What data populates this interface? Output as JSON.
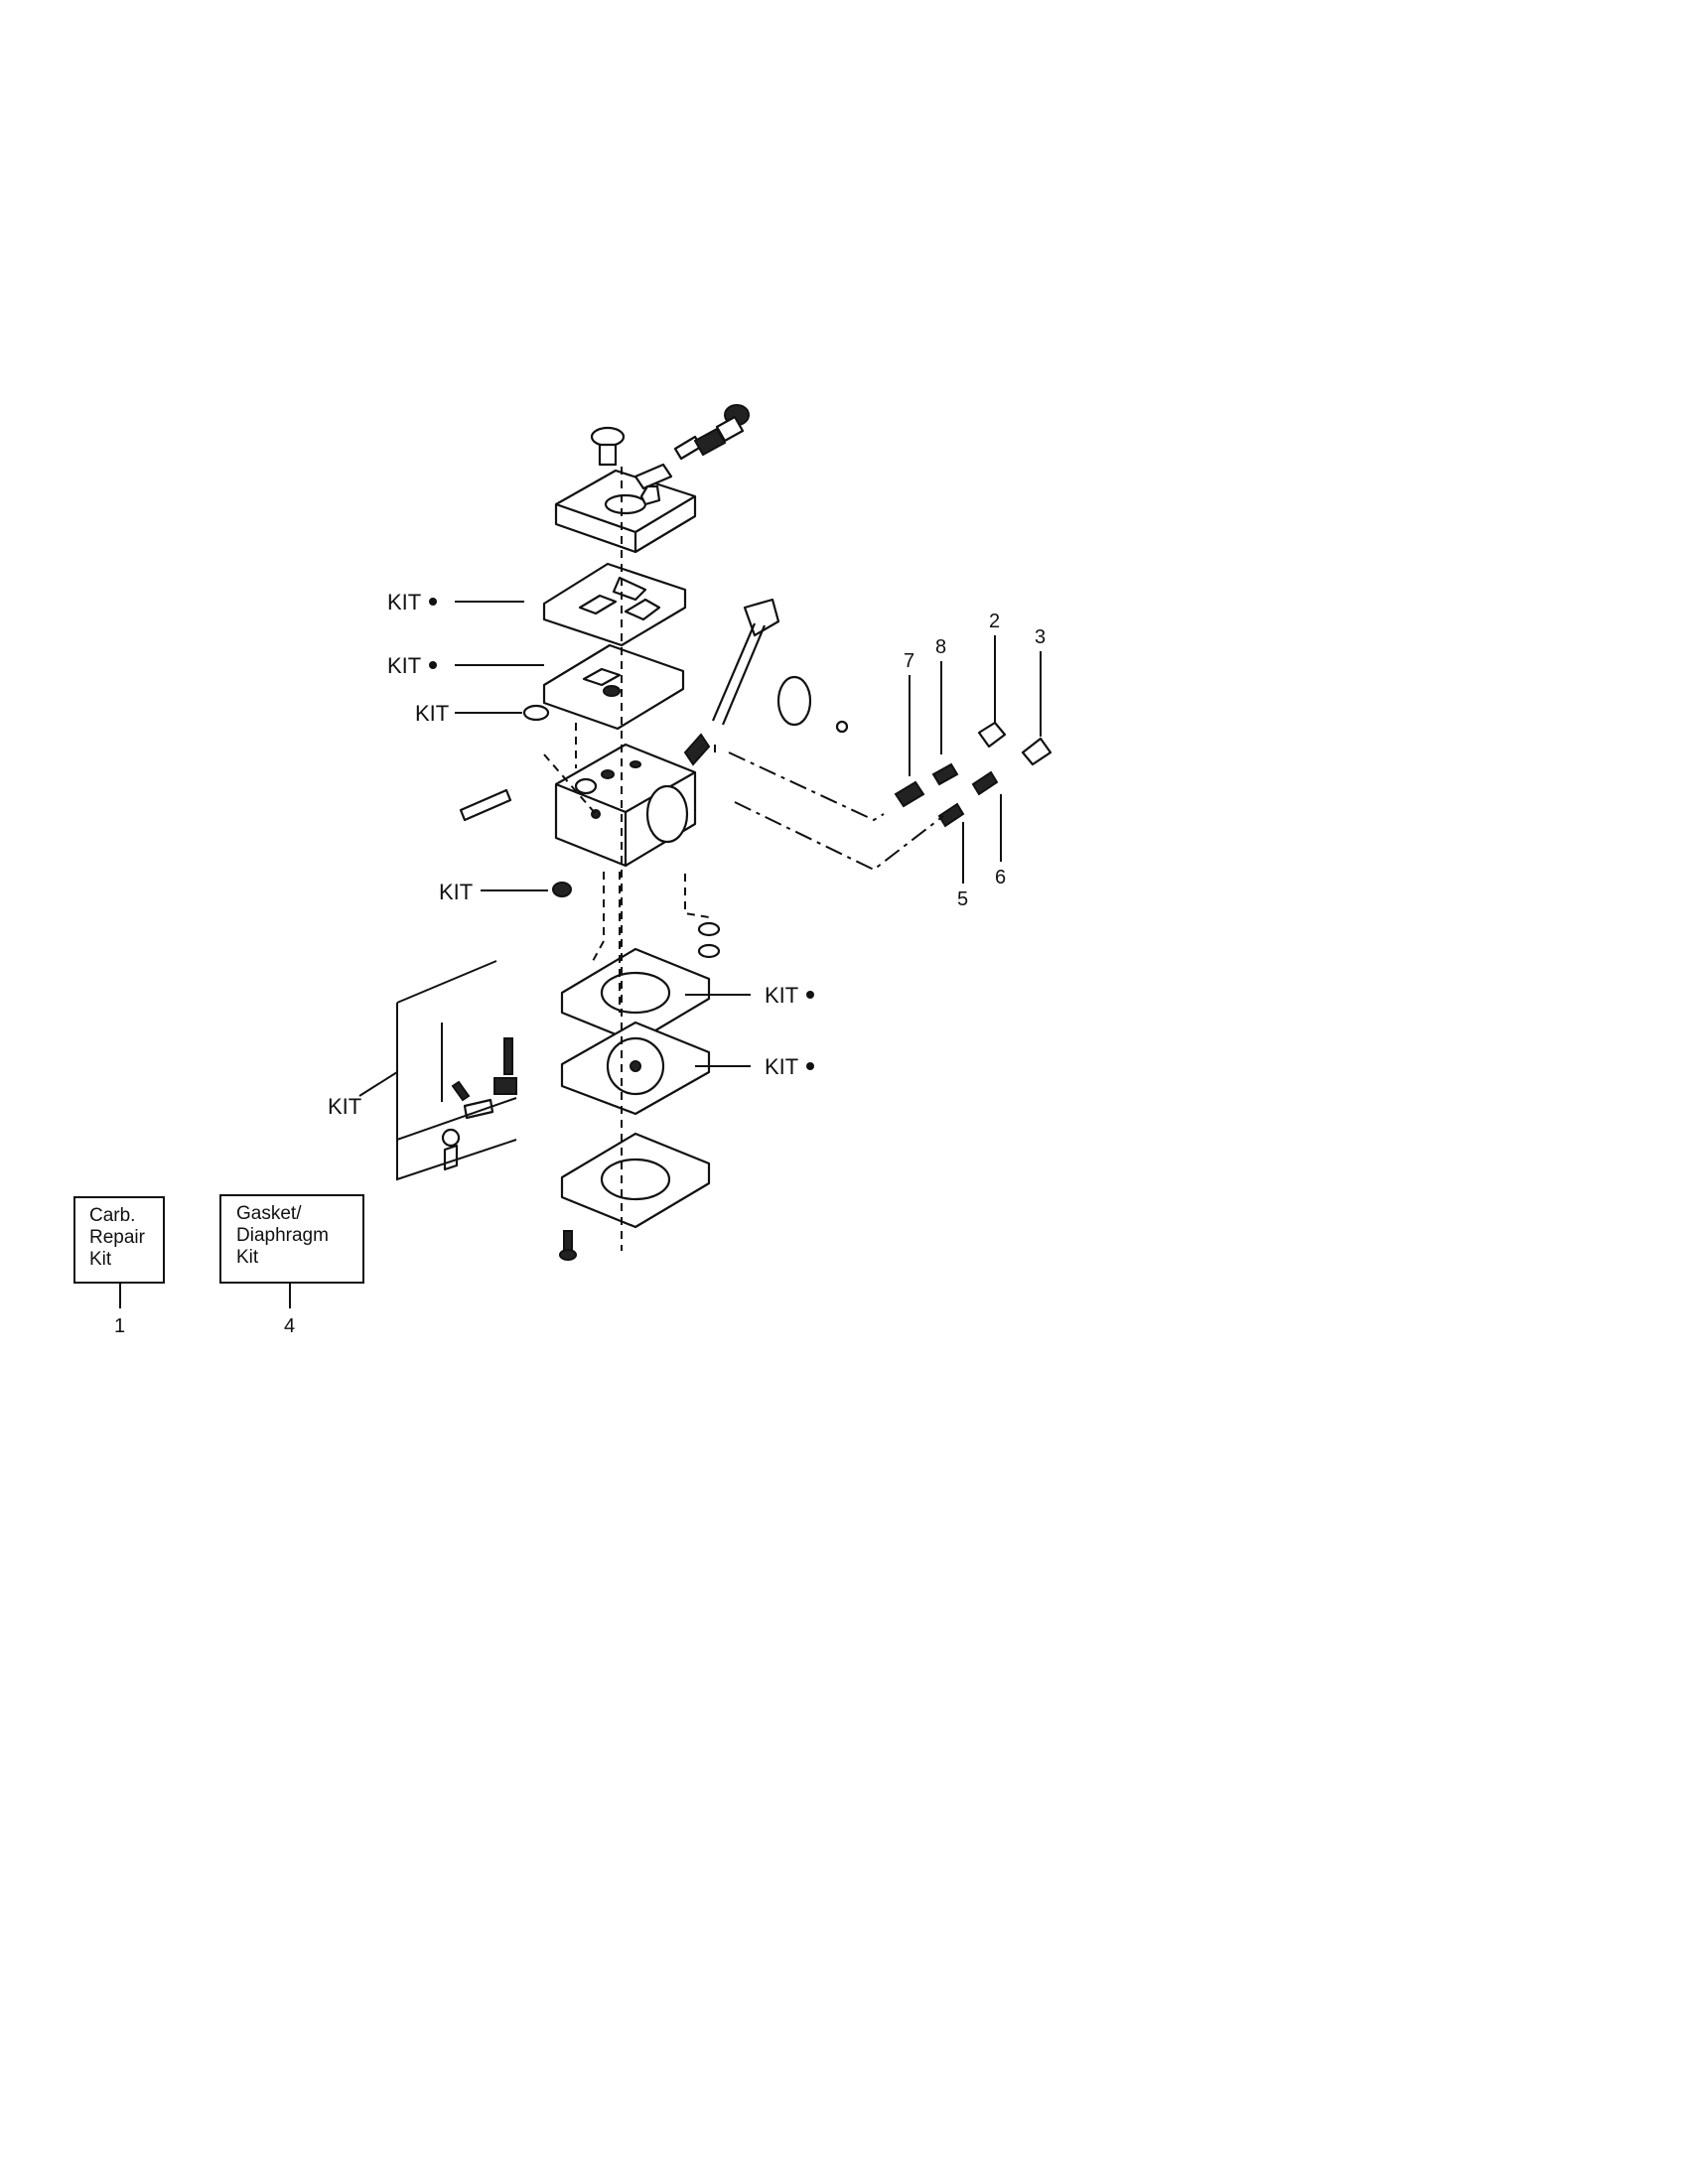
{
  "callouts": {
    "kit": "KIT",
    "part_numbers": {
      "n1": "1",
      "n2": "2",
      "n3": "3",
      "n4": "4",
      "n5": "5",
      "n6": "6",
      "n7": "7",
      "n8": "8"
    }
  },
  "kit_boxes": {
    "carb_repair_kit": {
      "line1": "Carb.",
      "line2": "Repair",
      "line3": "Kit",
      "number": "1"
    },
    "gasket_diaphragm_kit": {
      "line1": "Gasket/",
      "line2": "Diaphragm",
      "line3": "Kit",
      "number": "4"
    }
  }
}
